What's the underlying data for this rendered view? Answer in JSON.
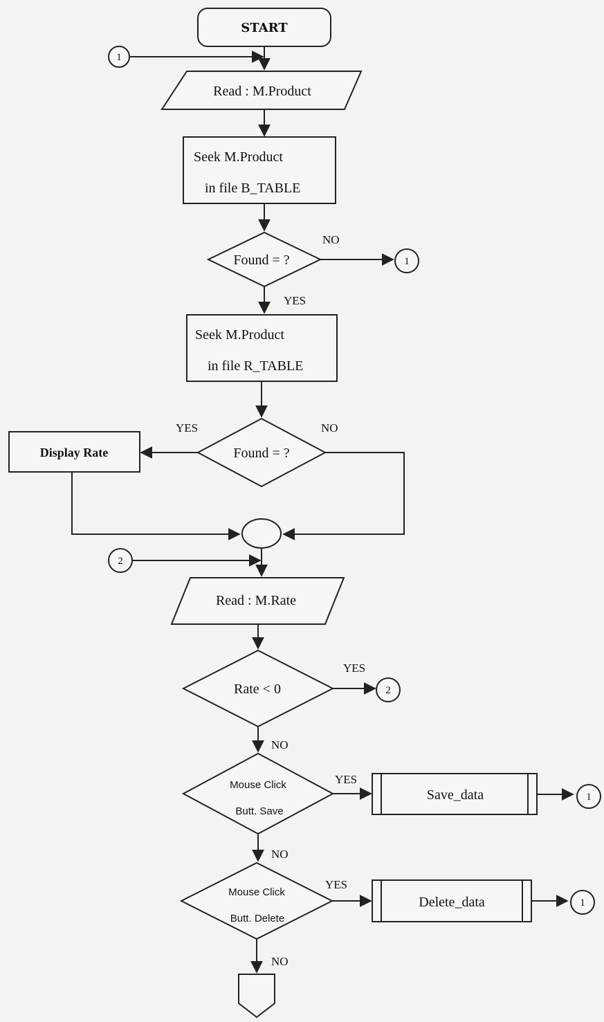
{
  "nodes": {
    "start": "START",
    "read_product": "Read : M.Product",
    "seek_b_line1": "Seek M.Product",
    "seek_b_line2": "in file B_TABLE",
    "found1": "Found = ?",
    "seek_r_line1": "Seek M.Product",
    "seek_r_line2": "in file R_TABLE",
    "found2": "Found = ?",
    "display_rate": "Display Rate",
    "read_rate": "Read  : M.Rate",
    "rate_check": "Rate < 0",
    "save_click_line1": "Mouse Click",
    "save_click_line2": "Butt. Save",
    "save_data": "Save_data",
    "delete_click_line1": "Mouse Click",
    "delete_click_line2": "Butt. Delete",
    "delete_data": "Delete_data"
  },
  "branch_labels": {
    "found1_no": "NO",
    "found1_yes": "YES",
    "found2_yes": "YES",
    "found2_no": "NO",
    "rate_yes": "YES",
    "rate_no": "NO",
    "save_yes": "YES",
    "save_no": "NO",
    "delete_yes": "YES",
    "delete_no": "NO"
  },
  "connectors": {
    "c1_entry": "1",
    "c1_found1": "1",
    "c2_entry": "2",
    "c2_rate": "2",
    "c1_save": "1",
    "c1_delete": "1"
  }
}
